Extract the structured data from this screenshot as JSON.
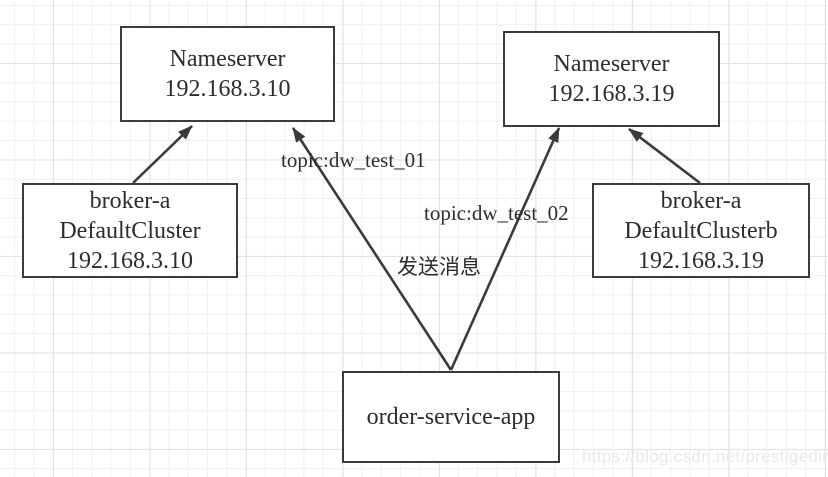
{
  "diagram": {
    "type": "rocketmq-deployment-diagram",
    "nodes": [
      {
        "id": "nameserver-1",
        "lines": [
          "Nameserver",
          "192.168.3.10"
        ]
      },
      {
        "id": "nameserver-2",
        "lines": [
          "Nameserver",
          "192.168.3.19"
        ]
      },
      {
        "id": "broker-1",
        "lines": [
          "broker-a",
          "DefaultCluster",
          "192.168.3.10"
        ]
      },
      {
        "id": "broker-2",
        "lines": [
          "broker-a",
          "DefaultClusterb",
          "192.168.3.19"
        ]
      },
      {
        "id": "order-service-app",
        "lines": [
          "order-service-app"
        ]
      }
    ],
    "edges": [
      {
        "from": "broker-1",
        "to": "nameserver-1",
        "label": ""
      },
      {
        "from": "order-service-app",
        "to": "nameserver-1",
        "label": "topic:dw_test_01"
      },
      {
        "from": "order-service-app",
        "to": "nameserver-2",
        "label": "topic:dw_test_02"
      },
      {
        "from": "broker-2",
        "to": "nameserver-2",
        "label": ""
      }
    ],
    "annotation": "发送消息"
  },
  "watermark": "https://blog.csdn.net/prestigeding",
  "colors": {
    "stroke": "#3b3b3b",
    "text": "#2d2d2d",
    "grid_minor": "#f0f0f4",
    "grid_major": "#e2e2e8",
    "watermark": "#e9e9eb"
  }
}
